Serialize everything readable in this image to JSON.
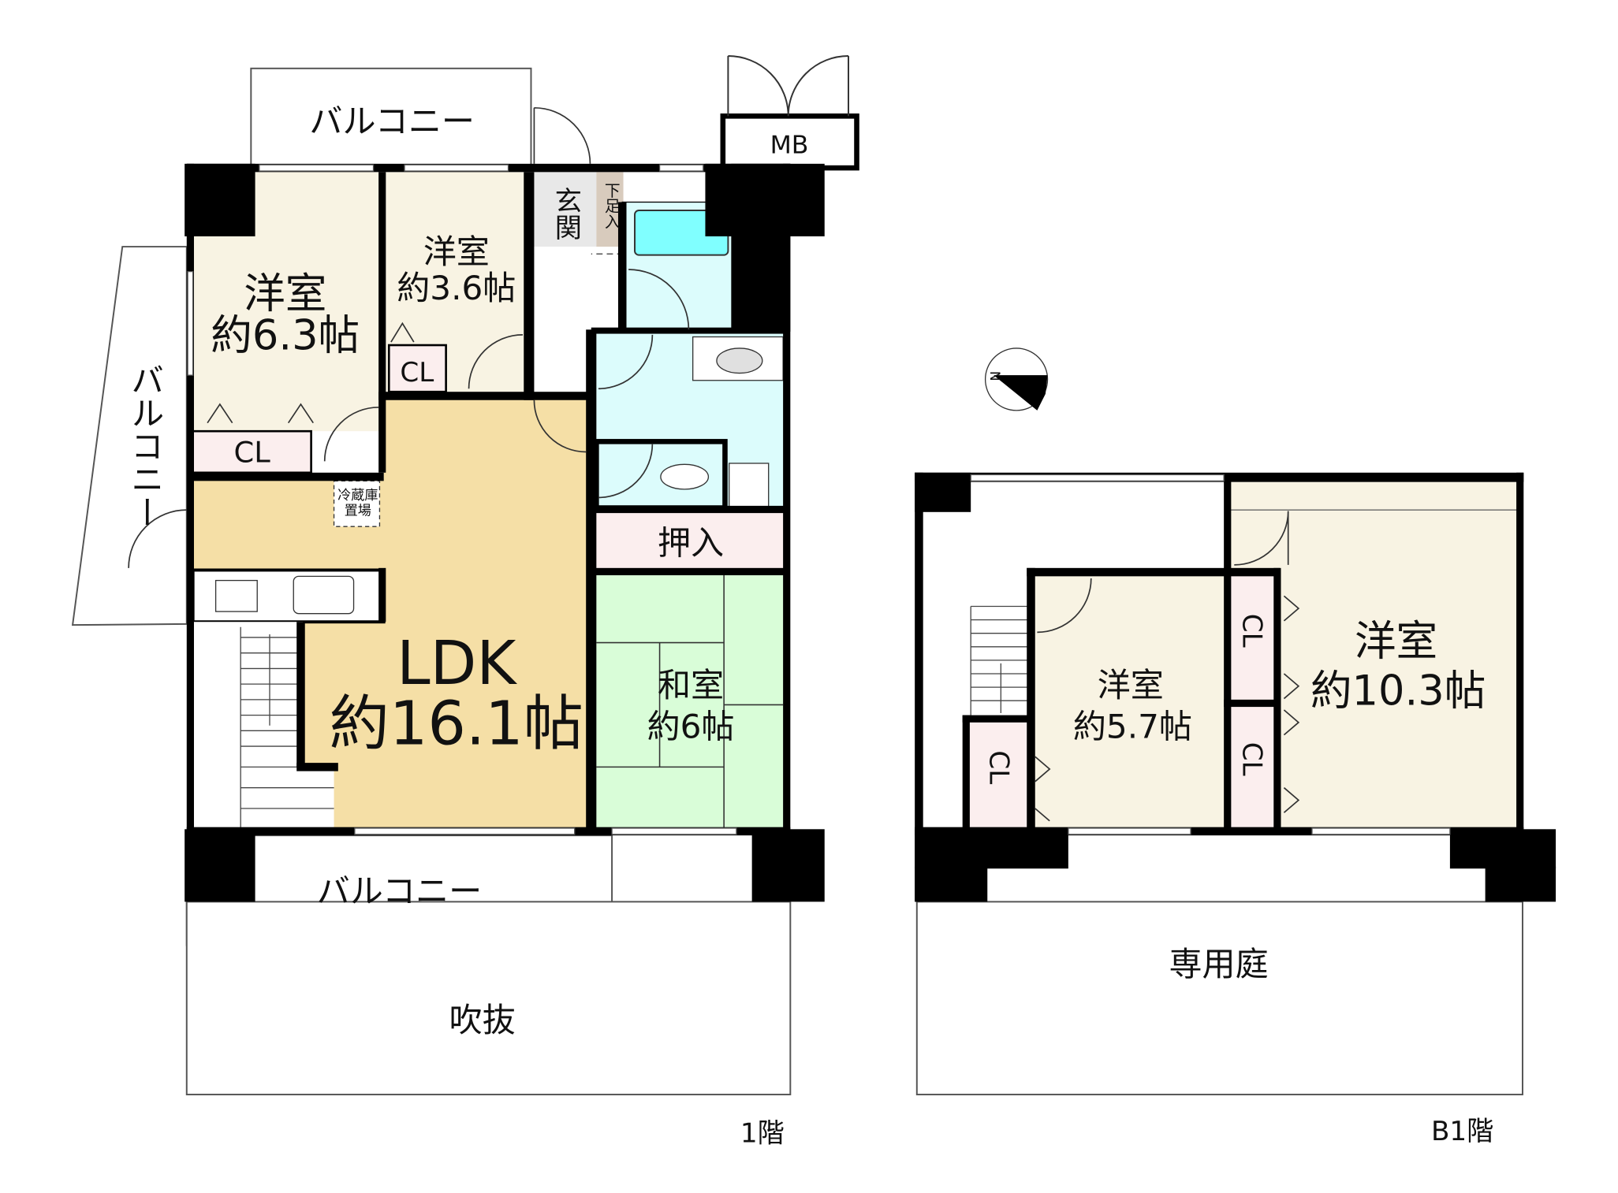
{
  "floor1": {
    "label": "1階",
    "rooms": {
      "western1": {
        "name": "洋室",
        "area": "約6.3帖"
      },
      "western2": {
        "name": "洋室",
        "area": "約3.6帖"
      },
      "ldk": {
        "name": "LDK",
        "area": "約16.1帖"
      },
      "japanese": {
        "name": "和室",
        "area": "約6帖"
      },
      "entrance": "玄関",
      "shoe_closet": "下足入",
      "closet": "押入",
      "cl1": "CL",
      "cl2": "CL",
      "fridge": [
        "冷蔵庫",
        "置場"
      ],
      "mb": "MB"
    },
    "balcony_top": "バルコニー",
    "balcony_left": "バルコニー",
    "balcony_bottom": "バルコニー",
    "void": "吹抜"
  },
  "floorB1": {
    "label": "B1階",
    "rooms": {
      "western_large": {
        "name": "洋室",
        "area": "約10.3帖"
      },
      "western_small": {
        "name": "洋室",
        "area": "約5.7帖"
      },
      "cl_a": "CL",
      "cl_b": "CL",
      "cl_c": "CL"
    },
    "garden": "専用庭"
  },
  "compass": {
    "label": "N"
  },
  "colors": {
    "wall": "#000000",
    "western": "#f8f3e3",
    "ldk": "#f5dfa6",
    "wet": "#dcfcfc",
    "tub": "#80ffff",
    "closet": "#fbeeee",
    "tatami": "#d9fdd8",
    "entrance": "#e8e8e8",
    "shoe": "#d8cbbd"
  }
}
